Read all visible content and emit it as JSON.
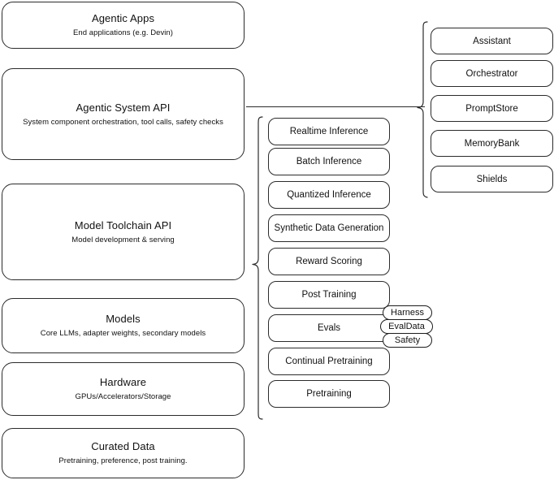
{
  "diagram": {
    "title": "AI stack layers diagram",
    "accent_color": "#2b2b2b",
    "background": "#ffffff"
  },
  "left_column": {
    "name": "stack-layers",
    "items": [
      {
        "title": "Agentic Apps",
        "subtitle": "End applications (e.g. Devin)"
      },
      {
        "title": "Agentic System API",
        "subtitle": "System component orchestration, tool calls, safety checks"
      },
      {
        "title": "Model Toolchain API",
        "subtitle": "Model development & serving"
      },
      {
        "title": "Models",
        "subtitle": "Core LLMs, adapter weights, secondary models"
      },
      {
        "title": "Hardware",
        "subtitle": "GPUs/Accelerators/Storage"
      },
      {
        "title": "Curated Data",
        "subtitle": "Pretraining, preference, post training."
      }
    ]
  },
  "middle_column": {
    "name": "model-toolchain-capabilities",
    "items": [
      {
        "label": "Realtime Inference"
      },
      {
        "label": "Batch Inference"
      },
      {
        "label": "Quantized Inference"
      },
      {
        "label": "Synthetic Data Generation"
      },
      {
        "label": "Reward Scoring"
      },
      {
        "label": "Post Training"
      },
      {
        "label": "Evals"
      },
      {
        "label": "Continual Pretraining"
      },
      {
        "label": "Pretraining"
      }
    ],
    "eval_badges": [
      {
        "label": "Harness"
      },
      {
        "label": "EvalData"
      },
      {
        "label": "Safety"
      }
    ]
  },
  "right_column": {
    "name": "agentic-system-components",
    "items": [
      {
        "label": "Assistant"
      },
      {
        "label": "Orchestrator"
      },
      {
        "label": "PromptStore"
      },
      {
        "label": "MemoryBank"
      },
      {
        "label": "Shields"
      }
    ]
  }
}
